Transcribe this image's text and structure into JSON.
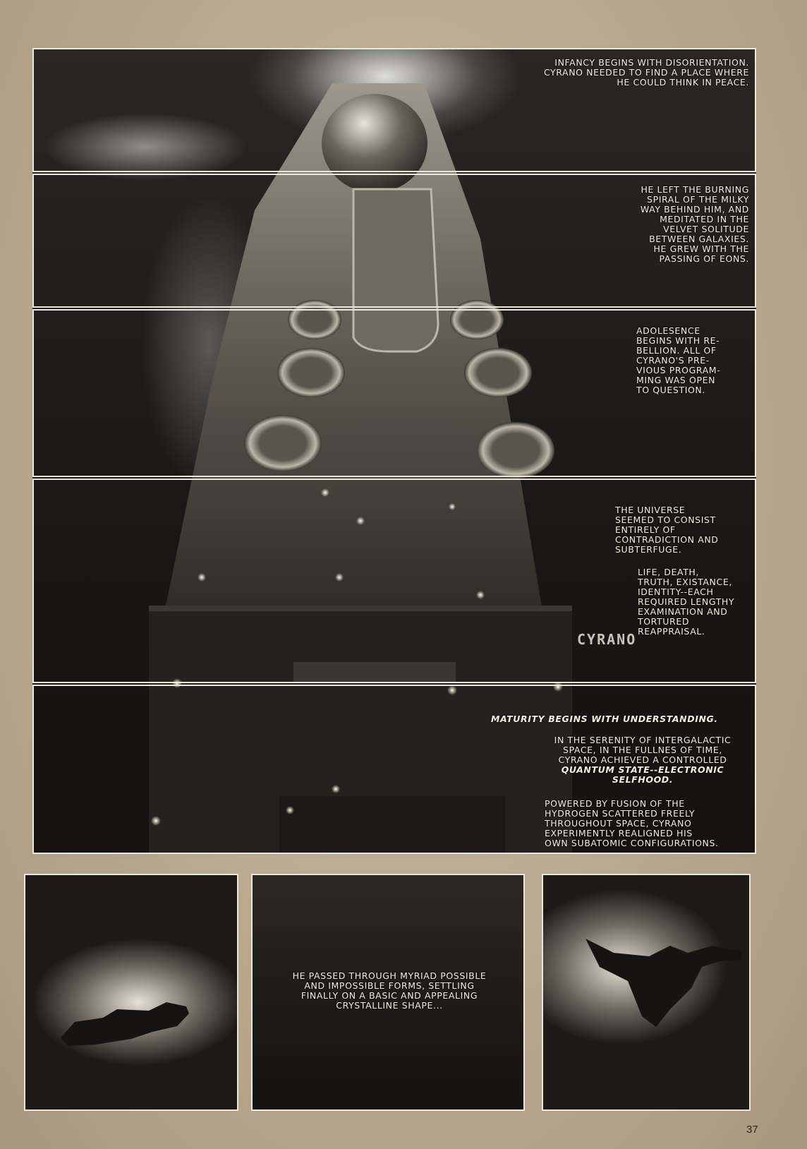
{
  "panels": [
    {
      "lines": [
        "INFANCY BEGINS WITH DISORIENTATION.",
        "CYRANO NEEDED TO FIND A PLACE WHERE",
        "HE COULD THINK IN PEACE."
      ]
    },
    {
      "lines": [
        "HE LEFT THE BURNING",
        "SPIRAL OF THE MILKY",
        "WAY BEHIND HIM, AND",
        "MEDITATED IN THE",
        "VELVET SOLITUDE",
        "BETWEEN GALAXIES.",
        "HE GREW WITH THE",
        "PASSING OF EONS."
      ]
    },
    {
      "lines": [
        "ADOLESENCE",
        "BEGINS WITH RE-",
        "BELLION. ALL OF",
        "CYRANO'S PRE-",
        "VIOUS PROGRAM-",
        "MING WAS OPEN",
        "TO QUESTION."
      ]
    },
    {
      "lines": [
        "THE UNIVERSE",
        "SEEMED TO CONSIST",
        "ENTIRELY OF",
        "CONTRADICTION AND",
        "SUBTERFUGE."
      ],
      "lines2": [
        "LIFE, DEATH,",
        "TRUTH, EXISTANCE,",
        "IDENTITY--EACH",
        "REQUIRED LENGTHY",
        "EXAMINATION AND",
        "TORTURED",
        "REAPPRAISAL."
      ]
    },
    {
      "heading": "MATURITY BEGINS WITH UNDERSTANDING.",
      "lines": [
        "IN THE SERENITY OF INTERGALACTIC",
        "SPACE, IN THE FULLNES OF TIME,",
        "CYRANO ACHIEVED A CONTROLLED",
        "QUANTUM STATE--ELECTRONIC",
        "SELFHOOD."
      ],
      "lines2": [
        "POWERED BY FUSION OF THE",
        "HYDROGEN SCATTERED FREELY",
        "THROUGHOUT SPACE, CYRANO",
        "EXPERIMENTLY REALIGNED HIS",
        "OWN SUBATOMIC CONFIGURATIONS."
      ]
    },
    {
      "lines": [
        "HE PASSED THROUGH MYRIAD POSSIBLE",
        "AND IMPOSSIBLE FORMS, SETTLING",
        "FINALLY ON A BASIC AND APPEALING",
        "CRYSTALLINE SHAPE..."
      ]
    }
  ],
  "ship_sign": "CYRANO",
  "page_number": "37"
}
